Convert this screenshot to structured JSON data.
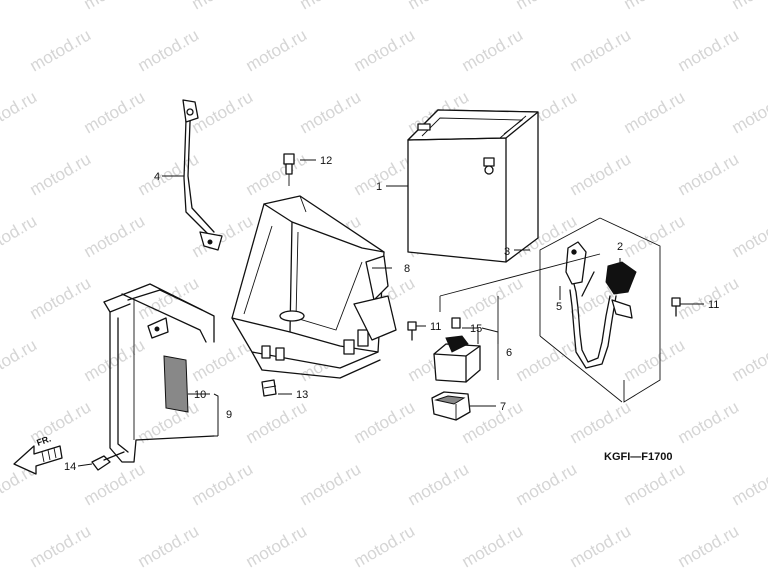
{
  "diagram_code": "KGFI—F1700",
  "direction_label": "FR.",
  "watermark_text": "motod.ru",
  "callouts": [
    {
      "id": "1",
      "label": "1"
    },
    {
      "id": "2",
      "label": "2"
    },
    {
      "id": "3",
      "label": "3"
    },
    {
      "id": "4",
      "label": "4"
    },
    {
      "id": "5",
      "label": "5"
    },
    {
      "id": "6",
      "label": "6"
    },
    {
      "id": "7",
      "label": "7"
    },
    {
      "id": "8",
      "label": "8"
    },
    {
      "id": "9",
      "label": "9"
    },
    {
      "id": "10",
      "label": "10"
    },
    {
      "id": "11a",
      "label": "11"
    },
    {
      "id": "11b",
      "label": "11"
    },
    {
      "id": "12",
      "label": "12"
    },
    {
      "id": "13",
      "label": "13"
    },
    {
      "id": "14",
      "label": "14"
    },
    {
      "id": "15",
      "label": "15"
    }
  ]
}
